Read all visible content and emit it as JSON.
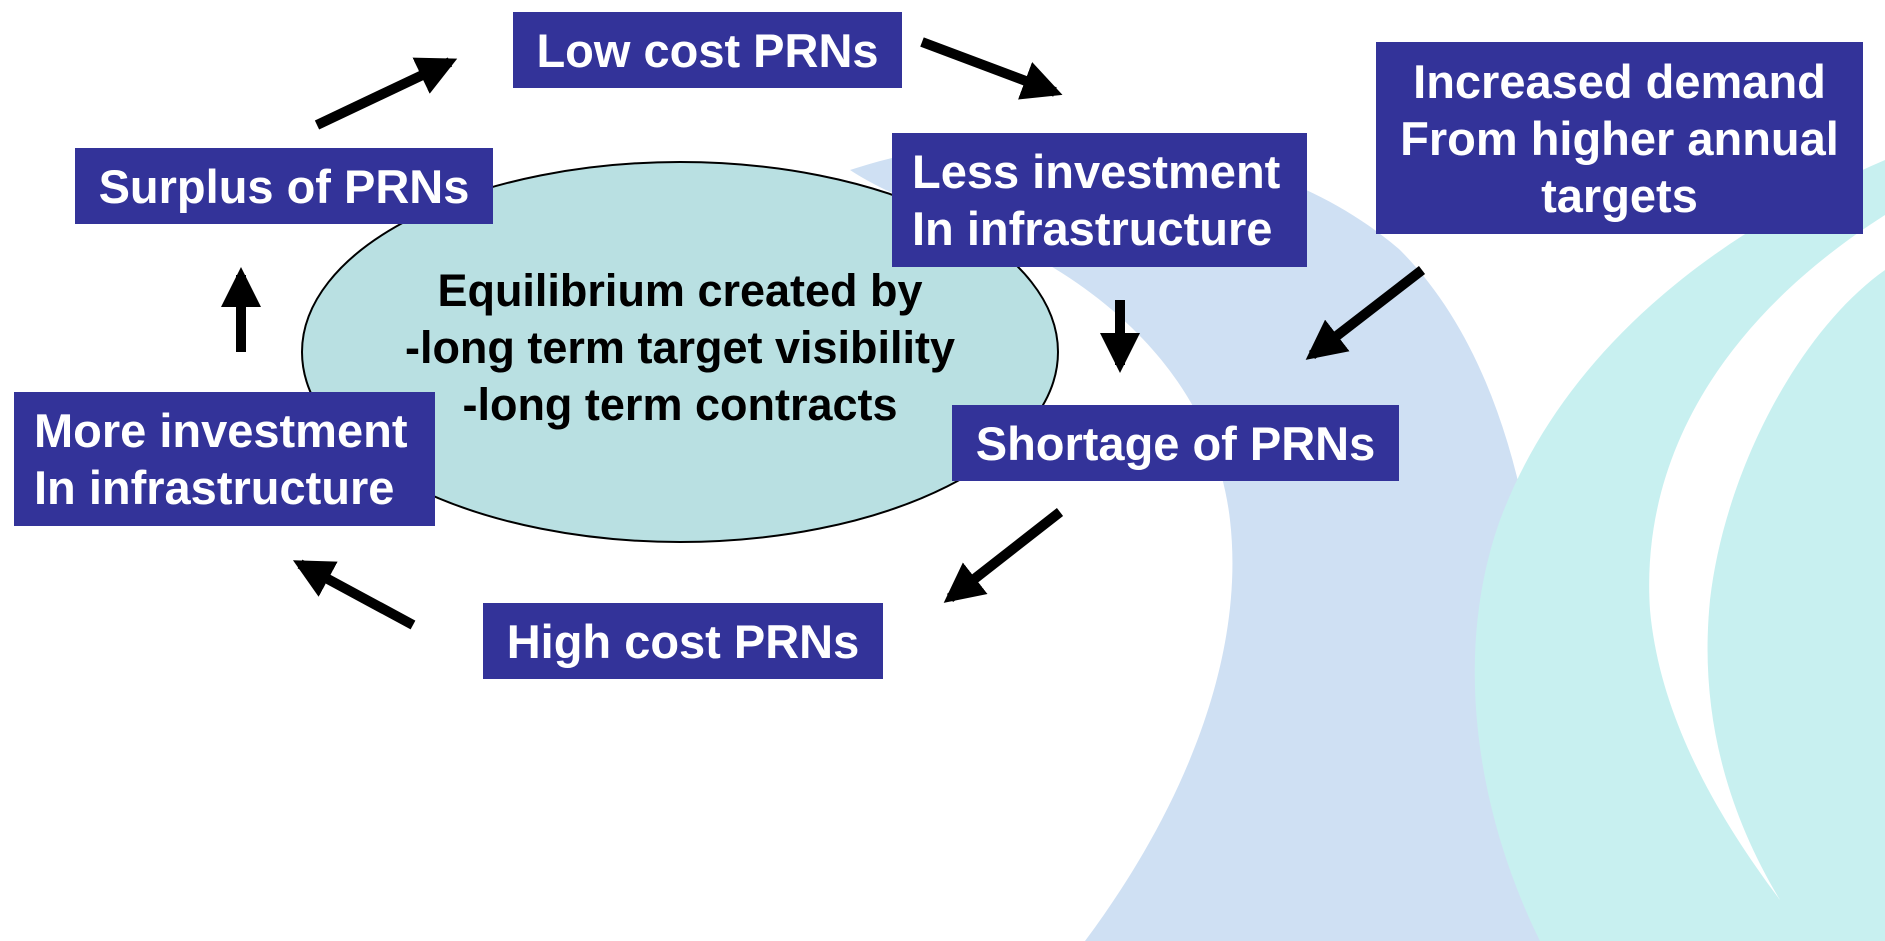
{
  "diagram": {
    "center": {
      "lines": [
        "Equilibrium created by",
        "-long term target visibility",
        "-long term contracts"
      ],
      "fill": "#b9e0e2"
    },
    "nodes": {
      "low_cost": {
        "lines": [
          "Low cost PRNs"
        ]
      },
      "less_investment": {
        "lines": [
          "Less investment",
          "In infrastructure"
        ]
      },
      "increased_demand": {
        "lines": [
          "Increased demand",
          "From higher annual",
          "targets"
        ]
      },
      "shortage": {
        "lines": [
          "Shortage of PRNs"
        ]
      },
      "high_cost": {
        "lines": [
          "High cost PRNs"
        ]
      },
      "more_investment": {
        "lines": [
          "More investment",
          "In infrastructure"
        ]
      },
      "surplus": {
        "lines": [
          "Surplus of PRNs"
        ]
      }
    },
    "colors": {
      "box_fill": "#333399",
      "box_text": "#ffffff",
      "arrow": "#000000",
      "background_shape_light": "#cfe0f3",
      "background_shape_cyan": "#c8f0f0"
    }
  }
}
